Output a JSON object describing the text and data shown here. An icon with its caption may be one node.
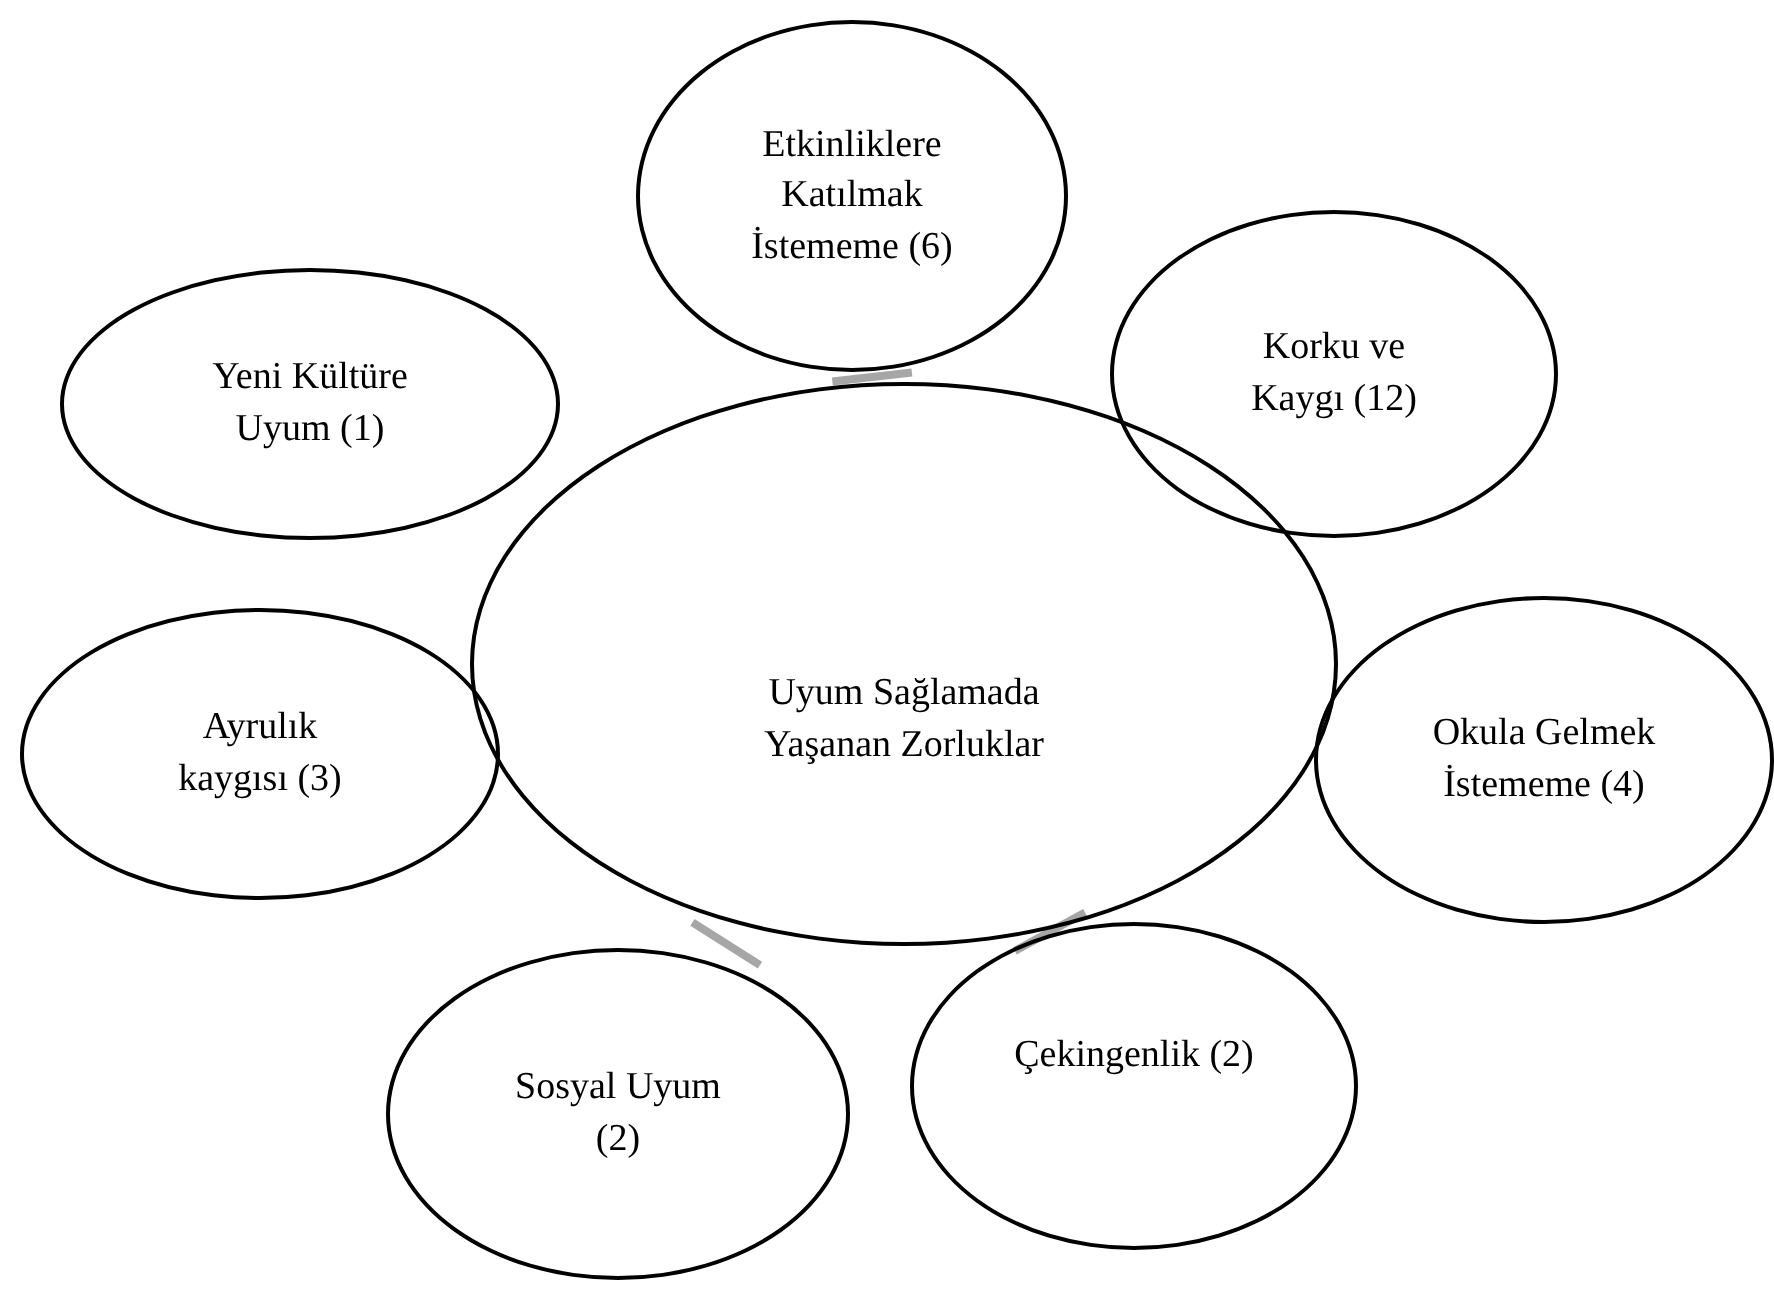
{
  "diagram": {
    "nodes": [
      {
        "text": [
          "Uyum Sağlamada Yaşanan Zorluklar"
        ]
      },
      {
        "text": [
          "Etkinliklere Katılmak İstememe (6)"
        ]
      },
      {
        "text": [
          "Yeni Kültüre Uyum (1)"
        ]
      },
      {
        "text": [
          "Korku ve Kaygı (12)"
        ]
      },
      {
        "text": [
          "Ayrulık kaygısı (3)"
        ]
      },
      {
        "text": [
          "Okula Gelmek İstememe (4)"
        ]
      },
      {
        "text": [
          "Sosyal Uyum (2)"
        ]
      },
      {
        "text": [
          "Çekingenlik (2)"
        ]
      }
    ],
    "edges": [
      {
        "from": 0,
        "to": 1,
        "arrow": "none"
      },
      {
        "from": 0,
        "to": 6,
        "arrow": "none"
      },
      {
        "from": 0,
        "to": 7,
        "arrow": "none"
      }
    ]
  }
}
